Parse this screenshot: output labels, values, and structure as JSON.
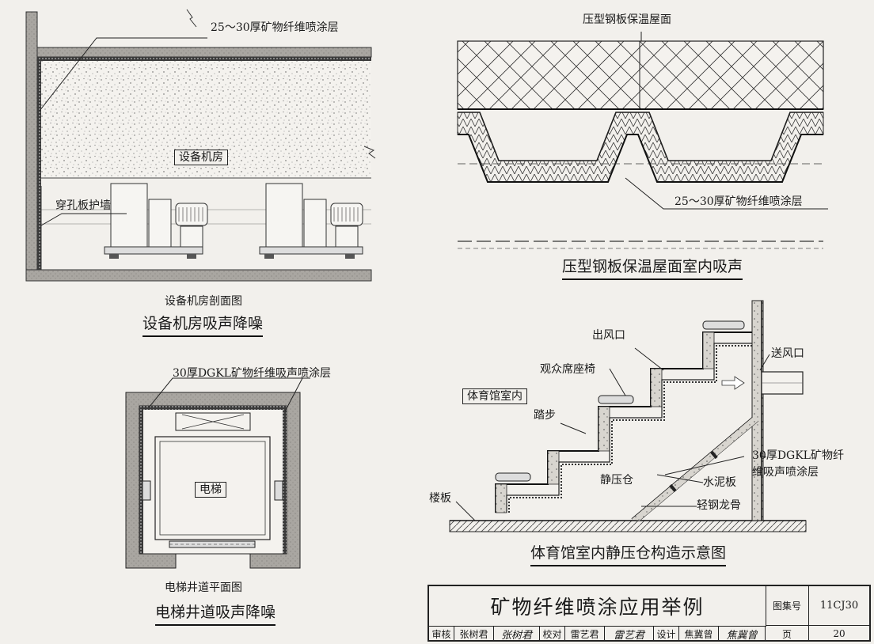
{
  "panels": {
    "equipment_room": {
      "coating_label": "25～30厚矿物纤维喷涂层",
      "room_label": "设备机房",
      "wall_label": "穿孔板护墙",
      "caption": "设备机房剖面图",
      "title": "设备机房吸声降噪"
    },
    "steel_roof": {
      "roof_label": "压型钢板保温屋面",
      "coating_label": "25～30厚矿物纤维喷涂层",
      "title": "压型钢板保温屋面室内吸声"
    },
    "elevator": {
      "coating_label": "30厚DGKL矿物纤维吸声喷涂层",
      "car_label": "电梯",
      "caption": "电梯井道平面图",
      "title": "电梯井道吸声降噪"
    },
    "gym": {
      "outlet_label": "出风口",
      "supply_label": "送风口",
      "seat_label": "观众席座椅",
      "indoor_label": "体育馆室内",
      "step_label": "踏步",
      "coating_label_1": "30厚DGKL矿物纤",
      "coating_label_2": "维吸声喷涂层",
      "chamber_label": "静压仓",
      "board_label": "水泥板",
      "keel_label": "轻钢龙骨",
      "floor_label": "楼板",
      "title": "体育馆室内静压仓构造示意图"
    }
  },
  "title_block": {
    "drawing_title": "矿物纤维喷涂应用举例",
    "atlas_no_label": "图集号",
    "atlas_no": "11CJ30",
    "review_label": "审核",
    "reviewer": "张树君",
    "reviewer_sig": "张树君",
    "check_label": "校对",
    "checker": "雷艺君",
    "checker_sig": "雷艺君",
    "design_label": "设计",
    "designer": "焦冀曾",
    "designer_sig": "焦冀曾",
    "page_label": "页",
    "page_no": "20"
  }
}
